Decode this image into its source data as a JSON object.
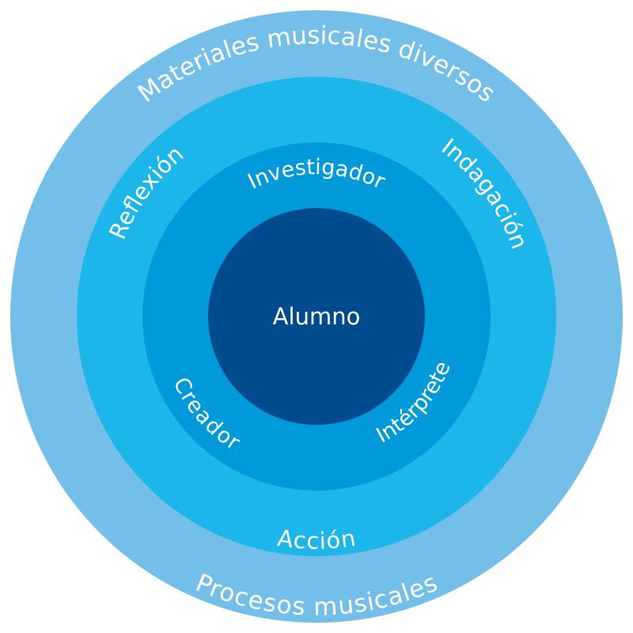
{
  "diagram": {
    "type": "concentric-circles",
    "rings": [
      {
        "name": "outer",
        "color": "#74BEEA",
        "labels": {
          "top": "Materiales musicales diversos",
          "bottom": "Procesos musicales"
        }
      },
      {
        "name": "middle",
        "color": "#1DB6EA",
        "labels": {
          "left": "Reflexión",
          "right": "Indagación",
          "bottom": "Acción"
        }
      },
      {
        "name": "inner",
        "color": "#009ADB",
        "labels": {
          "top": "Investigador",
          "left": "Creador",
          "right": "Intérprete"
        }
      },
      {
        "name": "core",
        "color": "#004B8E",
        "labels": {
          "center": "Alumno"
        }
      }
    ]
  }
}
